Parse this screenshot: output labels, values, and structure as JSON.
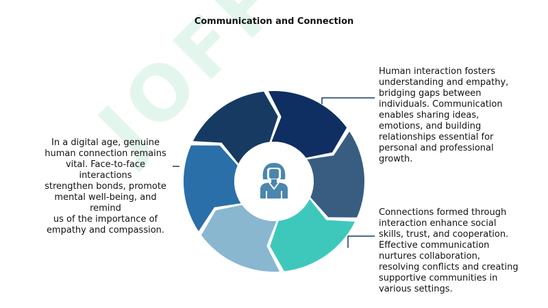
{
  "title": "Communication and Connection",
  "watermark": "JOFF",
  "center_icon": "person-icon",
  "colors": {
    "segment_1": "#173a63",
    "segment_2": "#0f2f63",
    "segment_3": "#385d80",
    "segment_4": "#3ec8bc",
    "segment_5": "#89b7d0",
    "segment_6": "#2b6fa8",
    "icon": "#4a86ad",
    "connector": "#173a63"
  },
  "texts": {
    "left": "In a digital age, genuine\nhuman connection remains\nvital. Face-to-face interactions\nstrengthen bonds, promote\nmental well-being, and remind\nus of the importance of\nempathy and compassion.",
    "top_right": "Human interaction fosters\nunderstanding and empathy,\nbridging gaps between\nindividuals. Communication\nenables sharing ideas,\nemotions, and building\nrelationships essential for\npersonal and professional\ngrowth.",
    "bottom_right": "Connections formed through\ninteraction enhance social\nskills, trust, and cooperation.\nEffective communication\nnurtures collaboration,\nresolving conflicts and creating\nsupportive communities in\nvarious settings."
  }
}
